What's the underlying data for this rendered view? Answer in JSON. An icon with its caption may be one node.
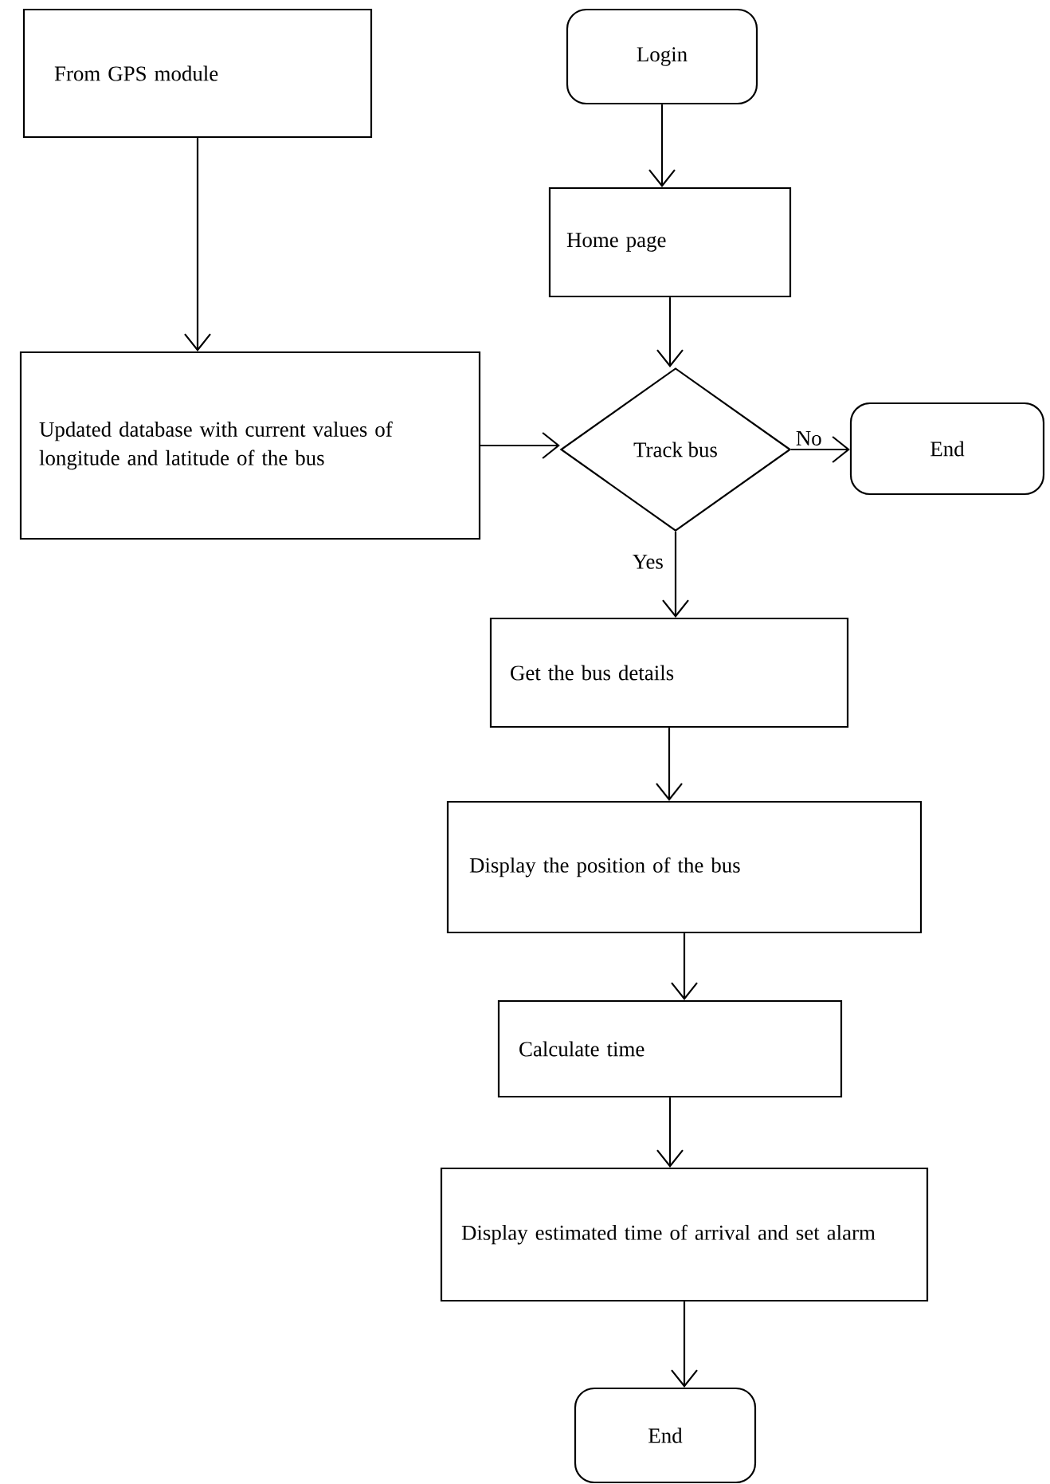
{
  "diagram": {
    "nodes": [
      {
        "text": [
          "From GPS module"
        ]
      },
      {
        "text": [
          "Login"
        ]
      },
      {
        "text": [
          "Home page"
        ]
      },
      {
        "text": [
          "Updated database with current values of longitude and latitude of the bus"
        ]
      },
      {
        "text": [
          "Track bus"
        ]
      },
      {
        "text": [
          "End"
        ]
      },
      {
        "text": [
          "Get the bus details"
        ]
      },
      {
        "text": [
          "Display the position of the bus"
        ]
      },
      {
        "text": [
          "Calculate time"
        ]
      },
      {
        "text": [
          "Display estimated time of arrival and set alarm"
        ]
      },
      {
        "text": [
          "End"
        ]
      }
    ],
    "edges": [
      {
        "from": 0,
        "to": 3,
        "arrow": "to"
      },
      {
        "from": 1,
        "to": 2,
        "arrow": "to"
      },
      {
        "from": 2,
        "to": 4,
        "arrow": "to"
      },
      {
        "from": 3,
        "to": 4,
        "arrow": "to"
      },
      {
        "from": 4,
        "to": 5,
        "arrow": "to",
        "label": "No"
      },
      {
        "from": 4,
        "to": 6,
        "arrow": "to",
        "label": "Yes"
      },
      {
        "from": 6,
        "to": 7,
        "arrow": "to"
      },
      {
        "from": 7,
        "to": 8,
        "arrow": "to"
      },
      {
        "from": 8,
        "to": 9,
        "arrow": "to"
      },
      {
        "from": 9,
        "to": 10,
        "arrow": "to"
      }
    ]
  }
}
